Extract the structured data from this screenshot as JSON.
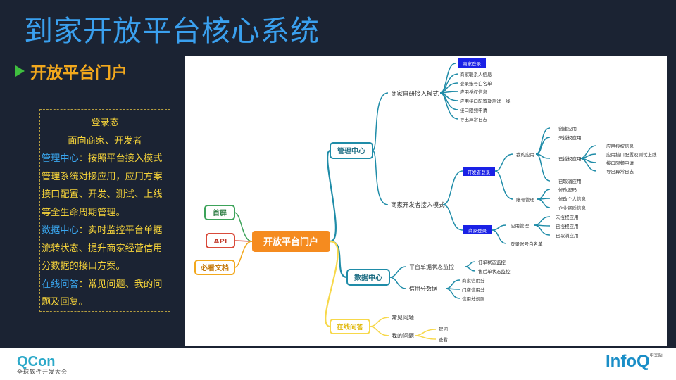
{
  "slide": {
    "title": "到家开放平台核心系统",
    "subtitle": "开放平台门户"
  },
  "note": {
    "line1": "登录态",
    "line2": "面向商家、开发者",
    "mgmt_title": "管理中心",
    "mgmt_text": "：按照平台接入模式管理系统对接应用，应用方案接口配置、开发、测试、上线等全生命周期管理。",
    "data_title": "数据中心",
    "data_text": "：实时监控平台单据流转状态、提升商家经营信用分数据的接口方案。",
    "qa_title": "在线问答",
    "qa_text": "：常见问题、我的问题及回复。"
  },
  "mindmap": {
    "root": "开放平台门户",
    "left": [
      "首屏",
      "API",
      "必看文档"
    ],
    "mgmt": "管理中心",
    "self_mode": "商家自研接入模式",
    "merchant_login": "商家登录",
    "self_items": [
      "商家联系人信息",
      "登录账号白名单",
      "应用授权信息",
      "应用接口配置及测试上线",
      "接口限频申请",
      "导出异常日志"
    ],
    "dev_mode": "商家开发者接入模式",
    "dev_login": "开发者登录",
    "my_apps": "我的应用",
    "create_app": "创建应用",
    "unauth_app": "未授权应用",
    "auth_app": "已授权应用",
    "auth_items": [
      "应用授权信息",
      "应用接口配置及测试上线",
      "接口限频申请",
      "导出异常日志"
    ],
    "cancelled_app": "已取消应用",
    "account_mgmt": "账号管理",
    "account_items": [
      "修改密码",
      "修改个人信息",
      "企业资质信息"
    ],
    "merchant_login2": "商家登录",
    "app_mgmt": "应用管理",
    "app_mgmt_items": [
      "未授权应用",
      "已授权应用",
      "已取消应用"
    ],
    "whitelist": "登录账号白名单",
    "data": "数据中心",
    "monitor": "平台单据状态监控",
    "monitor_items": [
      "订单状态监控",
      "售后单状态监控"
    ],
    "credit": "信用分数据",
    "credit_items": [
      "商家信用分",
      "门店信用分",
      "信用分规则"
    ],
    "qa": "在线问答",
    "faq": "常见问题",
    "my_q": "我的问题",
    "my_q_items": [
      "提问",
      "查看"
    ]
  },
  "footer": {
    "qcon": "QCon",
    "qcon_sub": "全球软件开发大会",
    "infoq": "InfoQ",
    "infoq_sub": "中文站"
  },
  "colors": {
    "title": "#3aa0ef",
    "subtitle": "#f2a81d",
    "note_text": "#f5d33a",
    "note_accent": "#3aa7f0",
    "root": "#f58b1f",
    "mgmt": "#1f8ca8",
    "data": "#1f8ca8",
    "qa": "#f7d84a",
    "login_node": "#1a21e6"
  }
}
